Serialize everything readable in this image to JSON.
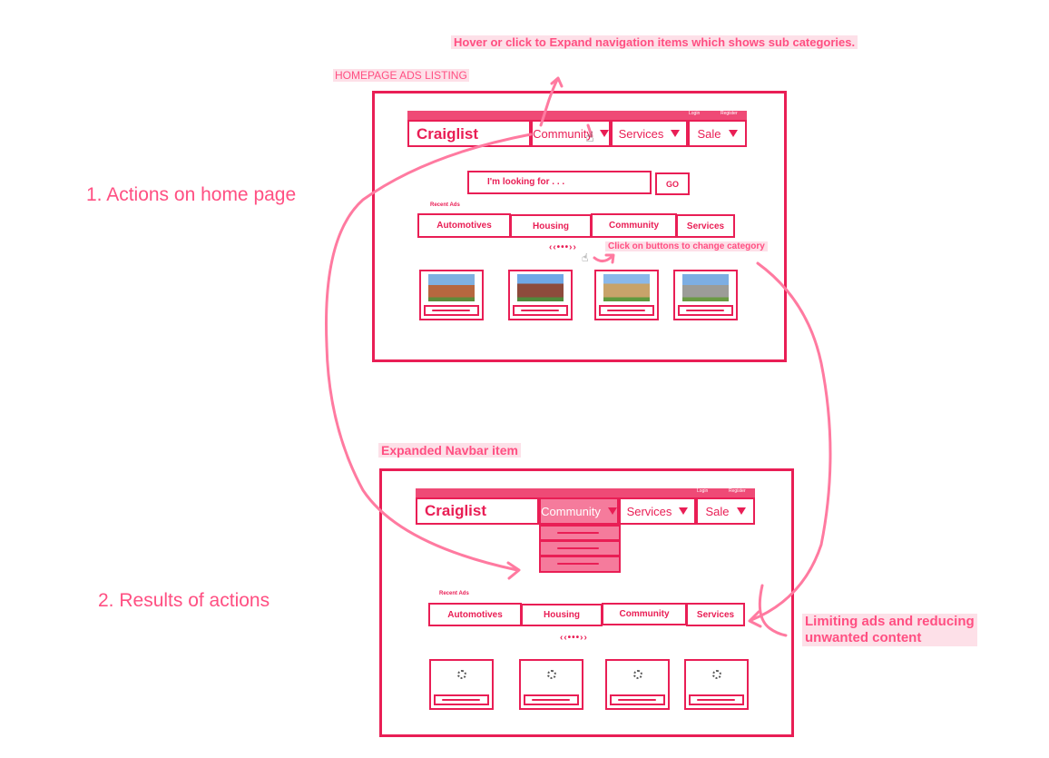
{
  "notes": {
    "top_note": "Hover or click to Expand navigation items which shows sub categories.",
    "homepage_title": "HOMEPAGE ADS LISTING",
    "expanded_title": "Expanded Navbar item",
    "click_note": "Click on buttons to change category",
    "limit_note_1": "Limiting ads and reducing",
    "limit_note_2": "unwanted content"
  },
  "steps": {
    "step1": "1. Actions on home page",
    "step2": "2. Results of actions"
  },
  "wireframe1": {
    "topbar": {
      "login": "Login",
      "register": "Register"
    },
    "brand": "Craiglist",
    "nav": [
      "Community",
      "Services",
      "Sale"
    ],
    "search": {
      "placeholder": "I'm looking for . . .",
      "go": "GO"
    },
    "recent_label": "Recent Ads",
    "tabs": [
      "Automotives",
      "Housing",
      "Community",
      "Services"
    ],
    "pager": "‹‹•••››"
  },
  "wireframe2": {
    "topbar": {
      "login": "Login",
      "register": "Register"
    },
    "brand": "Craiglist",
    "nav": [
      "Community",
      "Services",
      "Sale"
    ],
    "recent_label": "Recent Ads",
    "tabs": [
      "Automotives",
      "Housing",
      "Community",
      "Services"
    ],
    "pager": "‹‹•••››"
  },
  "colors": {
    "accent": "#e91e55",
    "note": "#ff4f82",
    "highlight": "#fde0e8"
  }
}
